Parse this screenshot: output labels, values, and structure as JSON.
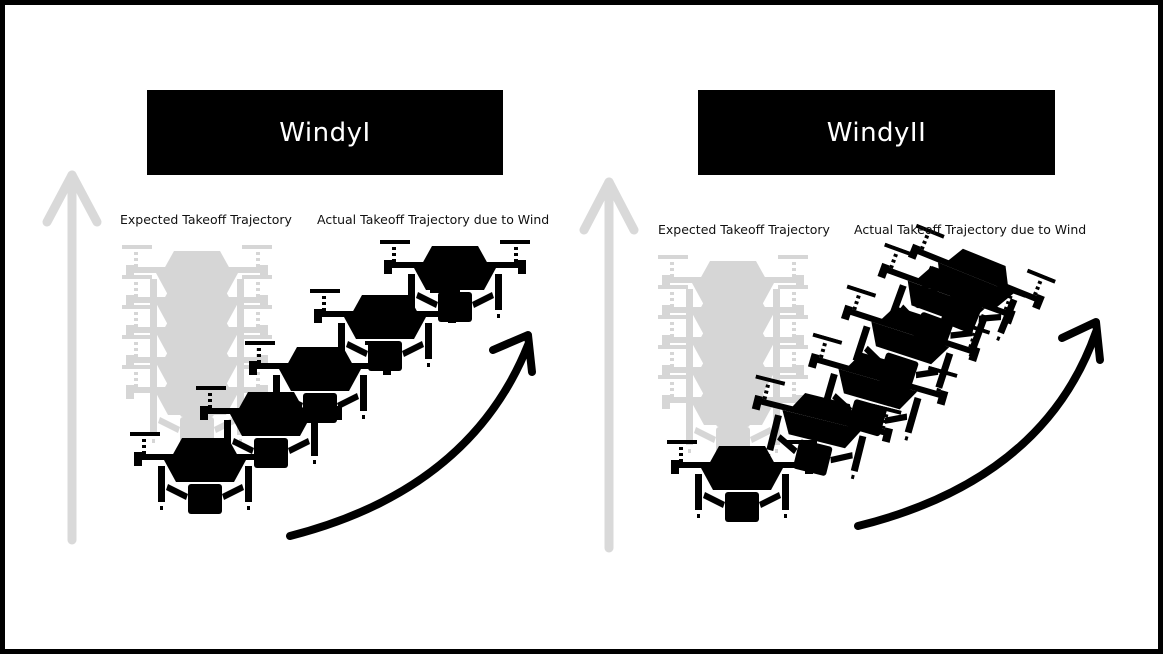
{
  "panels": [
    {
      "title": "WindyI",
      "expected_label": "Expected Takeoff Trajectory",
      "actual_label": "Actual Takeoff Trajectory due to Wind"
    },
    {
      "title": "WindyII",
      "expected_label": "Expected Takeoff Trajectory",
      "actual_label": "Actual Takeoff Trajectory due to Wind"
    }
  ],
  "colors": {
    "expected_drone": "#d6d6d6",
    "actual_drone": "#000000",
    "up_arrow": "#d9d9d9",
    "curve_arrow": "#000000",
    "title_bg": "#000000",
    "title_text": "#ffffff"
  },
  "icons": [
    "drone-icon",
    "up-arrow-icon",
    "curved-arrow-icon"
  ]
}
